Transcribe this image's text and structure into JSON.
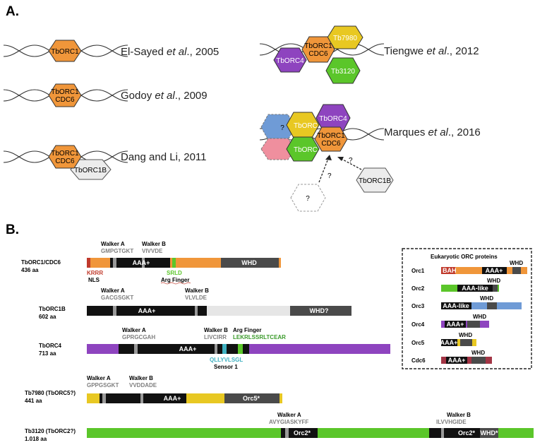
{
  "panel_a": {
    "label": "A.",
    "ref_elsayed_a": "El-Sayed ",
    "ref_elsayed_b": "et al",
    "ref_elsayed_c": "., 2005",
    "ref_godoy_a": "Godoy ",
    "ref_godoy_b": "et al",
    "ref_godoy_c": "., 2009",
    "ref_dang": "Dang and Li, 2011",
    "ref_tiengwe_a": "Tiengwe ",
    "ref_tiengwe_b": "et al",
    "ref_tiengwe_c": "., 2012",
    "ref_marques_a": "Marques ",
    "ref_marques_b": "et al",
    "ref_marques_c": "., 2016",
    "h_orc1": "TbORC1",
    "h_orc1cdc6_l1": "TbORC1",
    "h_orc1cdc6_l2": "CDC6",
    "h_orc1b": "TbORC1B",
    "h_orc4": "TbORC4",
    "h_tb7980": "Tb7980",
    "h_tb3120": "Tb3120",
    "h_tborcx": "TbORC",
    "unknown": "?"
  },
  "panel_b": {
    "label": "B.",
    "walker_a": "Walker A",
    "walker_b": "Walker B",
    "arg_finger": "Arg Finger",
    "sensor1": "Sensor 1",
    "nls": "NLS",
    "aaa": "AAA+",
    "whd": "WHD",
    "whdq": "WHD?",
    "orc5s": "Orc5*",
    "orc2s": "Orc2*",
    "whds": "WHD*",
    "p1_name": "TbORC1/CDC6",
    "p1_len": "436 aa",
    "p1_wa": "GMPGTGKT",
    "p1_wb": "VIVVDE",
    "p1_kr": "KRRR",
    "p1_srld": "SRLD",
    "p2_name": "TbORC1B",
    "p2_len": "602 aa",
    "p2_wa": "GACGSGKT",
    "p2_wb": "VLVLDE",
    "p3_name": "TbORC4",
    "p3_len": "713 aa",
    "p3_wa": "GPRGCGAH",
    "p3_wb": "LIVCIRR",
    "p3_af": "LEKRLSSRLTCEAR",
    "p3_s1": "QLLYVLSGL",
    "p4_name": "Tb7980 (TbORC5?)",
    "p4_len": "441 aa",
    "p4_wa": "GPPGSGKT",
    "p4_wb": "VVDDADE",
    "p5_name": "Tb3120 (TbORC2?)",
    "p5_len": "1.018 aa",
    "p5_wa": "AVYGIASKYFF",
    "p5_wb": "ILVVHGIDE"
  },
  "inset": {
    "title": "Eukaryotic ORC proteins",
    "orc1": "Orc1",
    "orc2": "Orc2",
    "orc3": "Orc3",
    "orc4": "Orc4",
    "orc5": "Orc5",
    "cdc6": "Cdc6",
    "bah": "BAH",
    "aaa": "AAA+",
    "aaa_like": "AAA-like",
    "whd": "WHD"
  },
  "colors": {
    "orange": "#f0963a",
    "purple": "#8e44bf",
    "yellow": "#e8c822",
    "green": "#5bc62a",
    "blue": "#6f9bd6",
    "pink": "#ef8f9e",
    "grey_hex": "#ececec",
    "black": "#111111",
    "dark": "#4a4a4a",
    "red": "#c0392b",
    "cdc6red": "#a33545"
  }
}
